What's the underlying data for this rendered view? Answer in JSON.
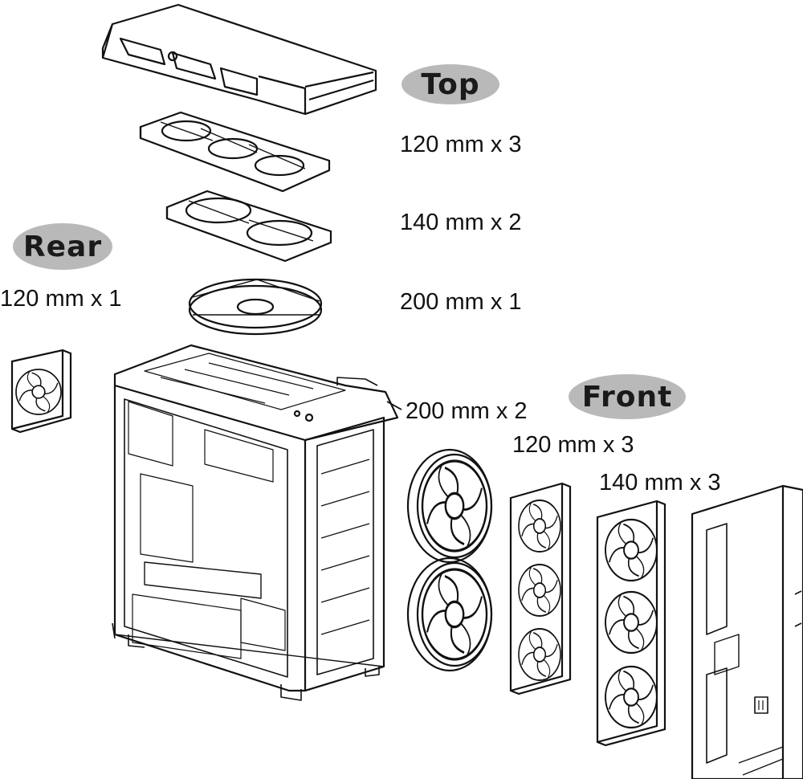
{
  "sections": {
    "top": {
      "title": "Top",
      "specs": [
        "120 mm x 3",
        "140 mm x 2",
        "200 mm x 1"
      ]
    },
    "rear": {
      "title": "Rear",
      "specs": [
        "120 mm x 1"
      ]
    },
    "front": {
      "title": "Front",
      "specs": [
        "200 mm x 2",
        "120 mm x 3",
        "140 mm x 3"
      ]
    }
  },
  "colors": {
    "label_pill": "#b9b9b9",
    "line_art": "#111111",
    "text": "#111111"
  }
}
